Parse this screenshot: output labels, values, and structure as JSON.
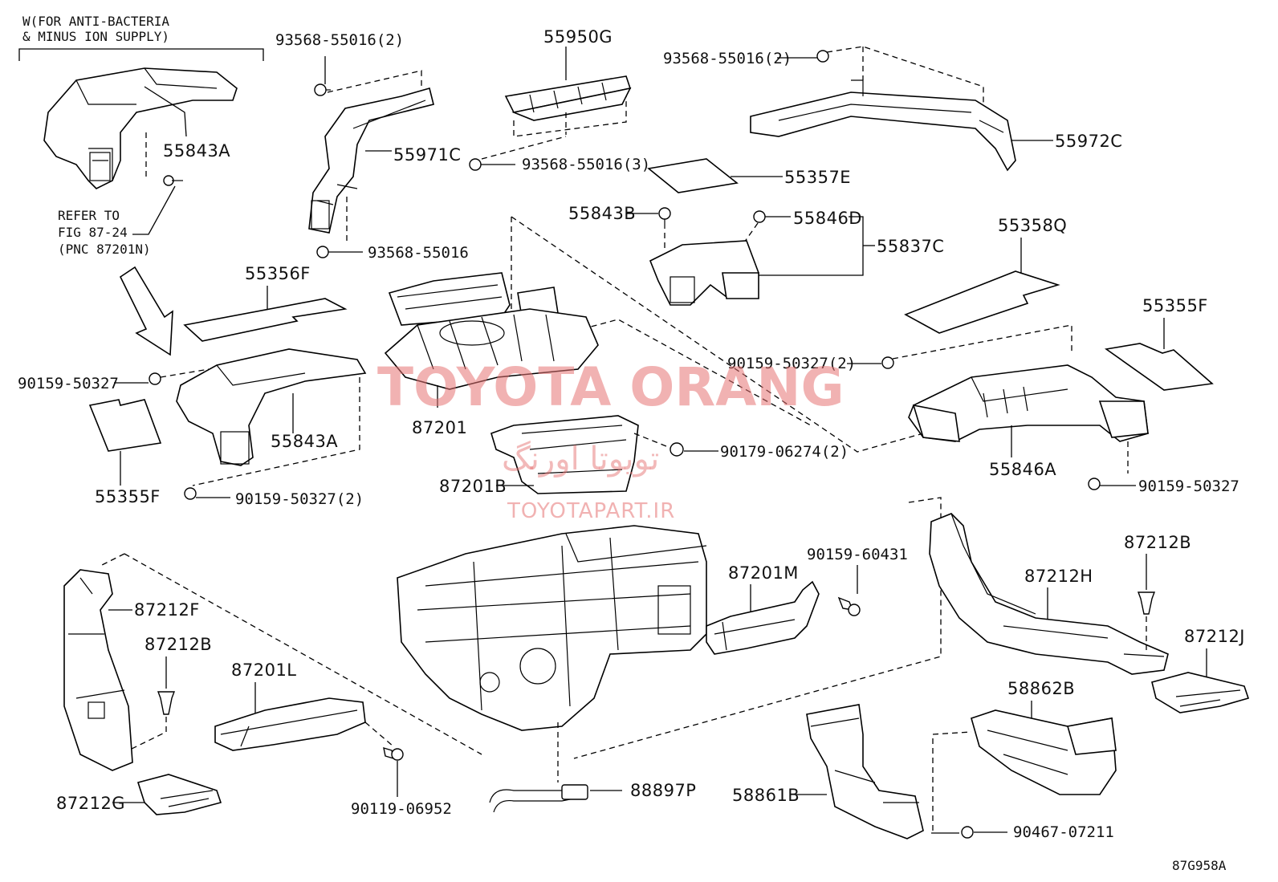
{
  "header_note": {
    "line1": "W(FOR ANTI-BACTERIA",
    "line2": "& MINUS ION SUPPLY)"
  },
  "refer_note": {
    "line1": "REFER TO",
    "line2": "FIG 87-24",
    "line3": "(PNC 87201N)"
  },
  "parts": {
    "p55843A_top": "55843A",
    "p55843A_mid": "55843A",
    "p55971C": "55971C",
    "p55950G": "55950G",
    "p55972C": "55972C",
    "p55357E": "55357E",
    "p55843B": "55843B",
    "p55846D": "55846D",
    "p55837C": "55837C",
    "p55358Q": "55358Q",
    "p55356F": "55356F",
    "p55355F_left": "55355F",
    "p55355F_right": "55355F",
    "p55846A": "55846A",
    "p87201": "87201",
    "p87201B": "87201B",
    "p87201M": "87201M",
    "p87201L": "87201L",
    "p87212F": "87212F",
    "p87212B_left": "87212B",
    "p87212B_right": "87212B",
    "p87212G": "87212G",
    "p87212H": "87212H",
    "p87212J": "87212J",
    "p58862B": "58862B",
    "p58861B": "58861B",
    "p88897P": "88897P"
  },
  "fasteners": {
    "f93568_55016_2_a": "93568-55016(2)",
    "f93568_55016_2_b": "93568-55016(2)",
    "f93568_55016_3": "93568-55016(3)",
    "f93568_55016": "93568-55016",
    "f90159_50327_left": "90159-50327",
    "f90159_50327_2_mid": "90159-50327(2)",
    "f90159_50327_2_bottom": "90159-50327(2)",
    "f90159_50327_right": "90159-50327",
    "f90179_06274_2": "90179-06274(2)",
    "f90159_60431": "90159-60431",
    "f90119_06952": "90119-06952",
    "f90467_07211": "90467-07211"
  },
  "figure_id": "87G958A",
  "watermark": {
    "brand": "TOYOTA ORANG",
    "persian": "تویوتا اورنگ",
    "site": "TOYOTAPART.IR"
  }
}
